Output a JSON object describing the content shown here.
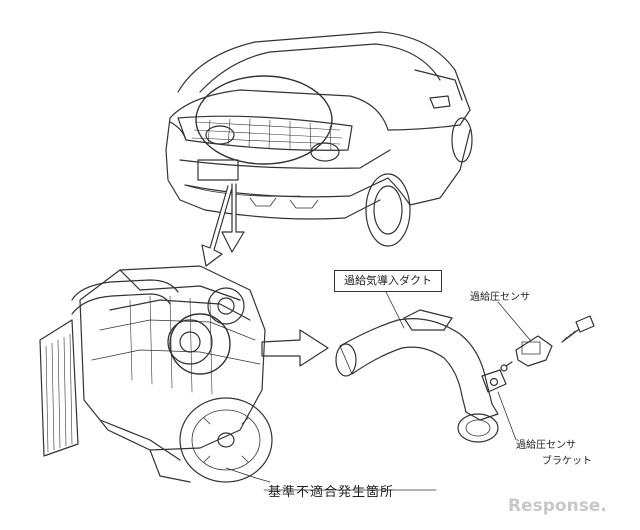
{
  "labels": {
    "duct": "過給気導入ダクト",
    "sensor": "過給圧センサ",
    "bracket_line1": "過給圧センサ",
    "bracket_line2": "ブラケット",
    "defect_location": "基準不適合発生箇所"
  },
  "watermark": "Response.",
  "colors": {
    "line": "#333333",
    "logo": "#c8c8c8",
    "background": "#ffffff"
  }
}
